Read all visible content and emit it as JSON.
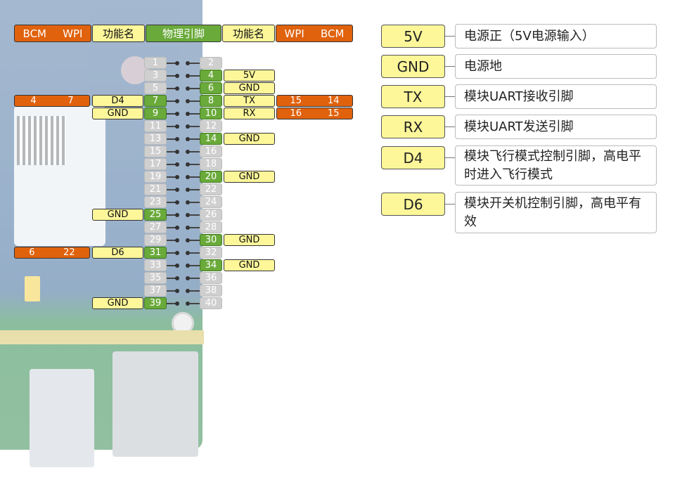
{
  "header": {
    "left_bcm": "BCM",
    "left_wpi": "WPI",
    "left_func": "功能名",
    "physical": "物理引脚",
    "right_func": "功能名",
    "right_wpi": "WPI",
    "right_bcm": "BCM"
  },
  "pins": [
    "1",
    "2",
    "3",
    "4",
    "5",
    "6",
    "7",
    "8",
    "9",
    "10",
    "11",
    "12",
    "13",
    "14",
    "15",
    "16",
    "17",
    "18",
    "19",
    "20",
    "21",
    "22",
    "23",
    "24",
    "25",
    "26",
    "27",
    "28",
    "29",
    "30",
    "31",
    "32",
    "33",
    "34",
    "35",
    "36",
    "37",
    "38",
    "39",
    "40"
  ],
  "left_labels": {
    "pin7_func": "D4",
    "pin7_bcm": "4",
    "pin7_wpi": "7",
    "pin9_func": "GND",
    "pin25_func": "GND",
    "pin31_func": "D6",
    "pin31_bcm": "6",
    "pin31_wpi": "22",
    "pin39_func": "GND"
  },
  "right_labels": {
    "pin4_func": "5V",
    "pin6_func": "GND",
    "pin8_func": "TX",
    "pin8_wpi": "15",
    "pin8_bcm": "14",
    "pin10_func": "RX",
    "pin10_wpi": "16",
    "pin10_bcm": "15",
    "pin14_func": "GND",
    "pin20_func": "GND",
    "pin30_func": "GND",
    "pin34_func": "GND"
  },
  "legend": [
    {
      "key": "5V",
      "desc": "电源正（5V电源输入）"
    },
    {
      "key": "GND",
      "desc": "电源地"
    },
    {
      "key": "TX",
      "desc": "模块UART接收引脚"
    },
    {
      "key": "RX",
      "desc": "模块UART发送引脚"
    },
    {
      "key": "D4",
      "desc": "模块飞行模式控制引脚，高电平时进入飞行模式"
    },
    {
      "key": "D6",
      "desc": "模块开关机控制引脚，高电平有效"
    }
  ],
  "colors": {
    "orange": "#e0620d",
    "yellow": "#fdf79a",
    "green": "#6aaa3a",
    "grey": "#cfcfcf"
  }
}
